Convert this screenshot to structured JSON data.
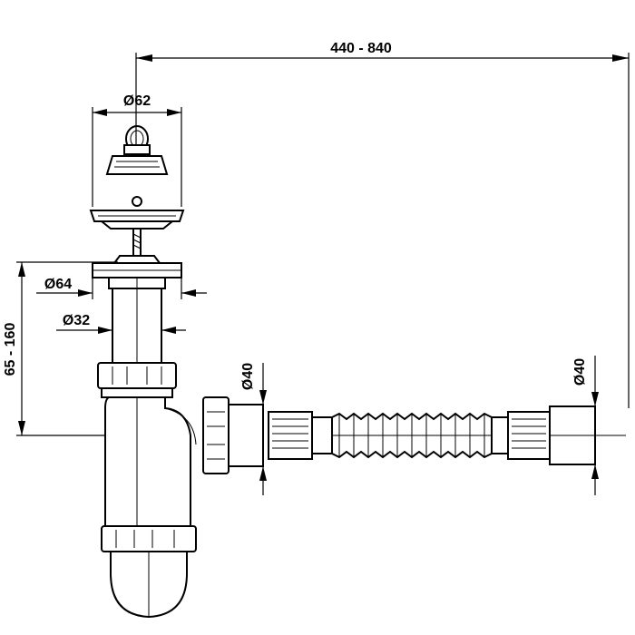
{
  "dimensions": {
    "length": "440 - 840",
    "height": "65 - 160",
    "strainer_diameter": "Ø62",
    "flange_diameter": "Ø64",
    "tube_diameter": "Ø32",
    "outlet_diameter_left": "Ø40",
    "outlet_diameter_right": "Ø40"
  },
  "colors": {
    "line": "#000000",
    "background": "#ffffff"
  }
}
